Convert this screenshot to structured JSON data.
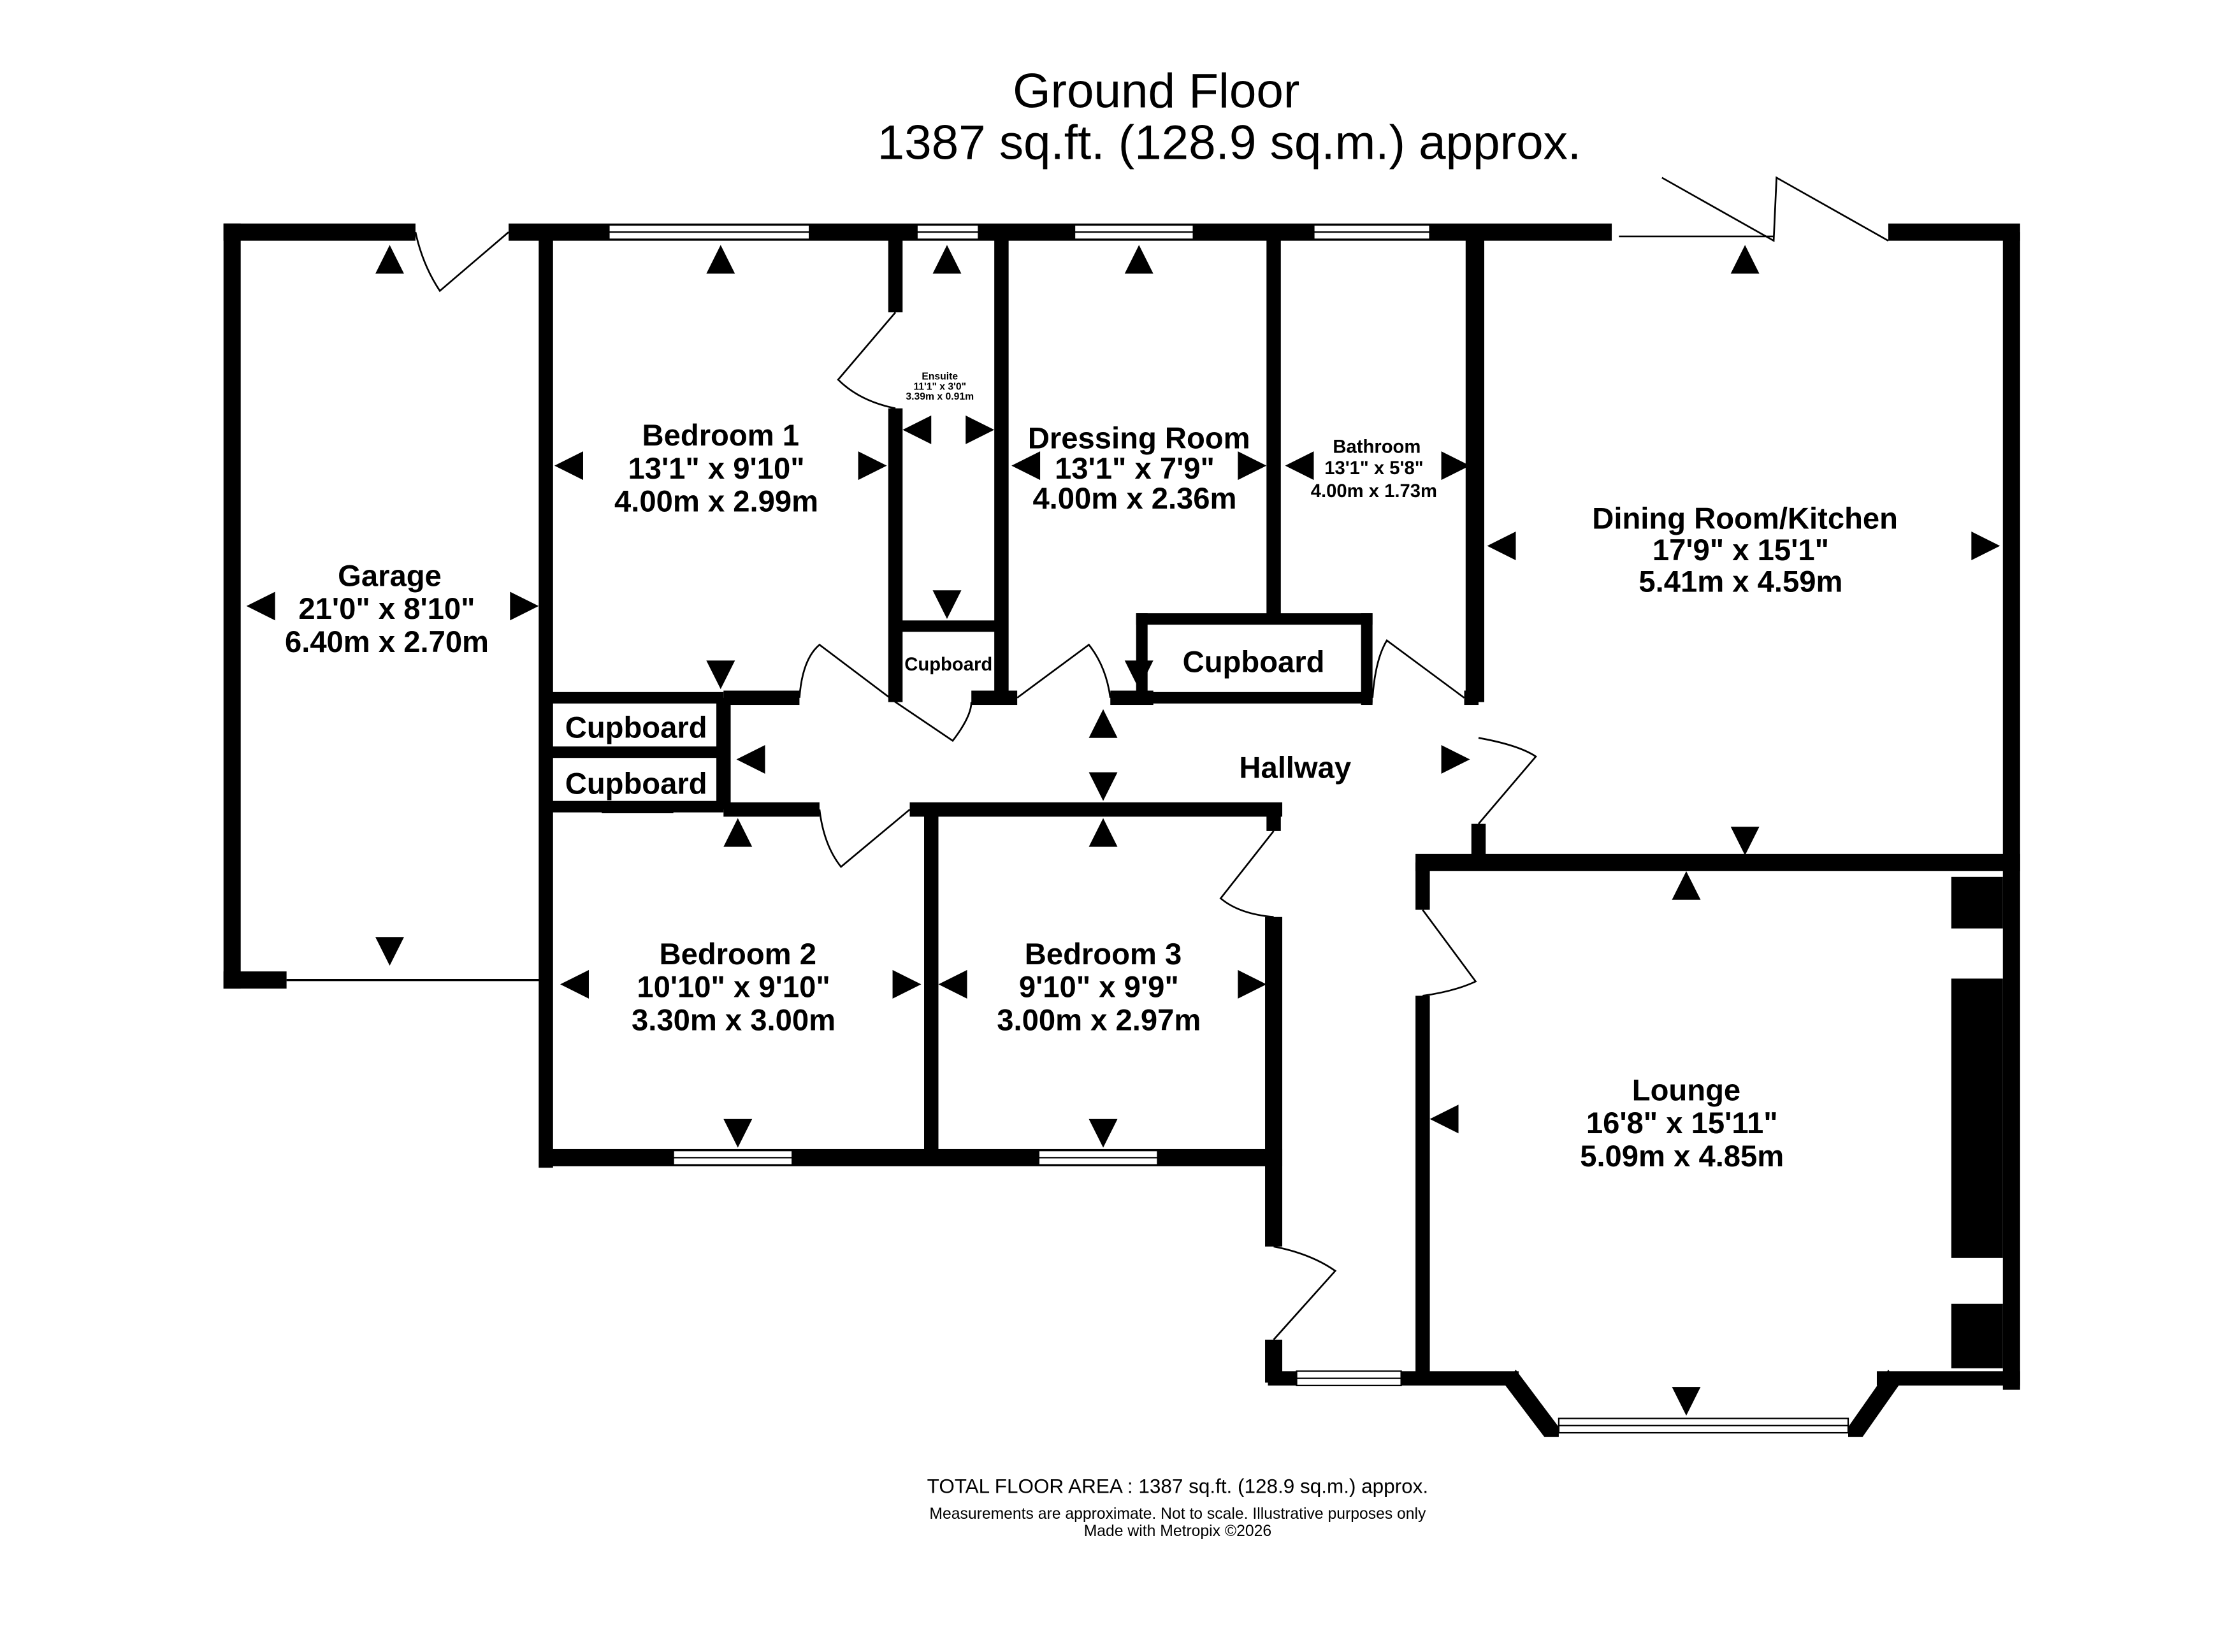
{
  "header": {
    "floor": "Ground Floor",
    "area": "1387 sq.ft. (128.9 sq.m.) approx."
  },
  "rooms": {
    "garage": {
      "name": "Garage",
      "imperial": "21'0\"  x 8'10\"",
      "metric": "6.40m  x 2.70m"
    },
    "bedroom1": {
      "name": "Bedroom 1",
      "imperial": "13'1\"  x 9'10\"",
      "metric": "4.00m  x 2.99m"
    },
    "ensuite": {
      "name": "Ensuite",
      "imperial": "11'1\"  x 3'0\"",
      "metric": "3.39m  x 0.91m"
    },
    "dressing": {
      "name": "Dressing Room",
      "imperial": "13'1\"  x 7'9\"",
      "metric": "4.00m  x 2.36m"
    },
    "bathroom": {
      "name": "Bathroom",
      "imperial": "13'1\"  x 5'8\"",
      "metric": "4.00m  x 1.73m"
    },
    "dining": {
      "name": "Dining Room/Kitchen",
      "imperial": "17'9\"  x 15'1\"",
      "metric": "5.41m  x 4.59m"
    },
    "hallway": {
      "name": "Hallway"
    },
    "cupboard_small": {
      "name": "Cupboard"
    },
    "cupboard_large": {
      "name": "Cupboard"
    },
    "cupboard_left1": {
      "name": "Cupboard"
    },
    "cupboard_left2": {
      "name": "Cupboard"
    },
    "bedroom2": {
      "name": "Bedroom 2",
      "imperial": "10'10\"  x 9'10\"",
      "metric": "3.30m  x 3.00m"
    },
    "bedroom3": {
      "name": "Bedroom 3",
      "imperial": "9'10\"  x 9'9\"",
      "metric": "3.00m  x 2.97m"
    },
    "lounge": {
      "name": "Lounge",
      "imperial": "16'8\"  x 15'11\"",
      "metric": "5.09m  x 4.85m"
    }
  },
  "footer": {
    "total": "TOTAL FLOOR AREA : 1387 sq.ft. (128.9 sq.m.) approx.",
    "disclaimer": "Measurements are approximate.  Not to scale.  Illustrative purposes only",
    "credit": "Made with Metropix ©2026"
  }
}
